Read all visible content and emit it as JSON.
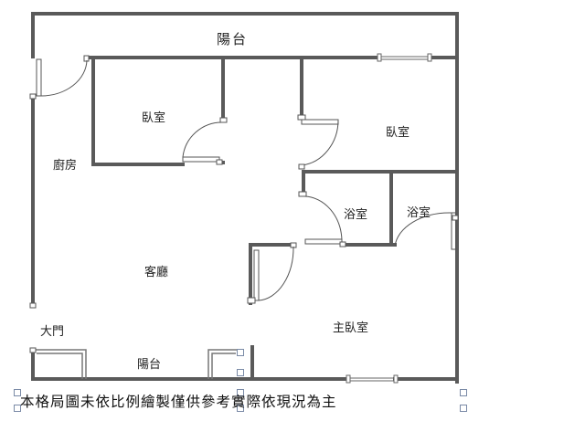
{
  "rooms": {
    "balcony_top": "陽台",
    "bedroom_1": "臥室",
    "bedroom_2": "臥室",
    "kitchen": "廚房",
    "bath_1": "浴室",
    "bath_2": "浴室",
    "living_room": "客廳",
    "main_door": "大門",
    "balcony_bottom": "陽台",
    "master_bedroom": "主臥室"
  },
  "disclaimer": "本格局圖未依比例繪製僅供參考實際依現況為主",
  "colors": {
    "wall": "#5a5a5a",
    "door_arc": "#555555",
    "selection": "#7a8aa6"
  }
}
